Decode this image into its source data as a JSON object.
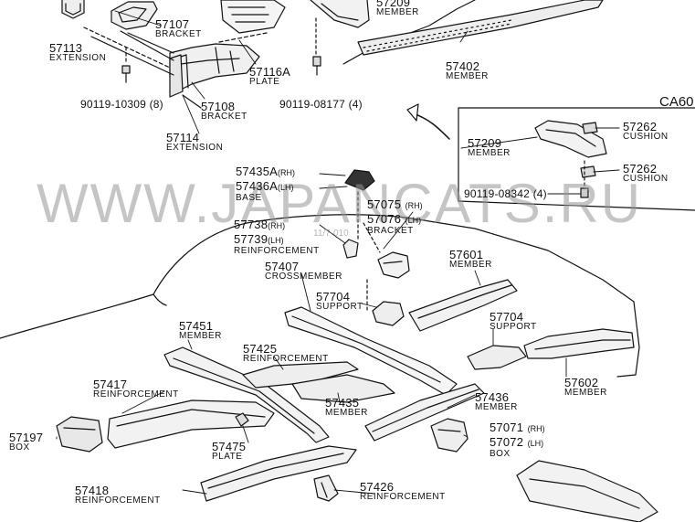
{
  "watermark": "WWW.JAPANCATS.RU",
  "watermark_code": "11/7-010",
  "inset_label": "CA60",
  "parts": [
    {
      "id": "57113",
      "number": "57113",
      "name": "EXTENSION"
    },
    {
      "id": "57107",
      "number": "57107",
      "name": "BRACKET"
    },
    {
      "id": "57209a",
      "number": "57209",
      "name": "MEMBER"
    },
    {
      "id": "57402",
      "number": "57402",
      "name": "MEMBER"
    },
    {
      "id": "57116A",
      "number": "57116A",
      "name": "PLATE"
    },
    {
      "id": "57108",
      "number": "57108",
      "name": "BRACKET"
    },
    {
      "id": "57114",
      "number": "57114",
      "name": "EXTENSION"
    },
    {
      "id": "57262a",
      "number": "57262",
      "name": "CUSHION"
    },
    {
      "id": "57209b",
      "number": "57209",
      "name": "MEMBER"
    },
    {
      "id": "57262b",
      "number": "57262",
      "name": "CUSHION"
    },
    {
      "id": "57435A",
      "number": "57435A",
      "suffix": "(RH)",
      "number2": "57436A",
      "suffix2": "(LH)",
      "name": "BASE"
    },
    {
      "id": "57075",
      "number": "57075",
      "suffix": "(RH)",
      "number2": "57076",
      "suffix2": "(LH)",
      "name": "BRACKET"
    },
    {
      "id": "57738",
      "number": "57738",
      "suffix": "(RH)",
      "number2": "57739",
      "suffix2": "(LH)",
      "name": "REINFORCEMENT"
    },
    {
      "id": "57407",
      "number": "57407",
      "name": "CROSSMEMBER"
    },
    {
      "id": "57601",
      "number": "57601",
      "name": "MEMBER"
    },
    {
      "id": "57704a",
      "number": "57704",
      "name": "SUPPORT"
    },
    {
      "id": "57704b",
      "number": "57704",
      "name": "SUPPORT"
    },
    {
      "id": "57451",
      "number": "57451",
      "name": "MEMBER"
    },
    {
      "id": "57425",
      "number": "57425",
      "name": "REINFORCEMENT"
    },
    {
      "id": "57417",
      "number": "57417",
      "name": "REINFORCEMENT"
    },
    {
      "id": "57435",
      "number": "57435",
      "name": "MEMBER"
    },
    {
      "id": "57436",
      "number": "57436",
      "name": "MEMBER"
    },
    {
      "id": "57602",
      "number": "57602",
      "name": "MEMBER"
    },
    {
      "id": "57197",
      "number": "57197",
      "name": "BOX"
    },
    {
      "id": "57475",
      "number": "57475",
      "name": "PLATE"
    },
    {
      "id": "57071",
      "number": "57071",
      "suffix": "(RH)",
      "number2": "57072",
      "suffix2": "(LH)",
      "name": "BOX"
    },
    {
      "id": "57418",
      "number": "57418",
      "name": "REINFORCEMENT"
    },
    {
      "id": "57426",
      "number": "57426",
      "name": "REINFORCEMENT"
    }
  ],
  "bolts": [
    {
      "id": "b1",
      "text": "90119-10309 (8)"
    },
    {
      "id": "b2",
      "text": "90119-08177 (4)"
    },
    {
      "id": "b3",
      "text": "90119-08342 (4)"
    }
  ]
}
